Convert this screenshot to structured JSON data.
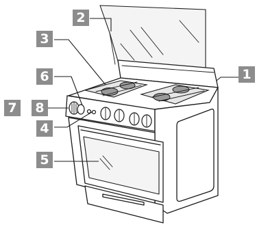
{
  "labels": {
    "l1": "1",
    "l2": "2",
    "l3": "3",
    "l4": "4",
    "l5": "5",
    "l6": "6",
    "l7": "7",
    "l8": "8"
  },
  "colors": {
    "label_bg": "#8c8c8c",
    "label_text": "#ffffff",
    "line": "#1a1a1a",
    "burner": "#9a9a9a"
  }
}
